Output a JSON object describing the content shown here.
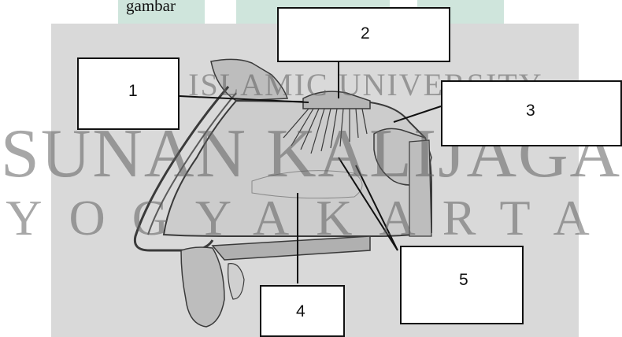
{
  "caption_fragment": "gambar",
  "labels": [
    {
      "id": "1",
      "text": "1"
    },
    {
      "id": "2",
      "text": "2"
    },
    {
      "id": "3",
      "text": "3"
    },
    {
      "id": "4",
      "text": "4"
    },
    {
      "id": "5",
      "text": "5"
    }
  ],
  "watermark": {
    "line1": "STATE ISLAMIC UNIVERSITY",
    "line2": "SUNAN KALIJAGA",
    "line3": "YOGYAKARTA"
  },
  "colors": {
    "background_panel": "#d9d9d9",
    "logo_green": "#cfe5dc",
    "tissue": "#c9c9c9",
    "outline": "#3a3a3a",
    "box_border": "#111111"
  }
}
